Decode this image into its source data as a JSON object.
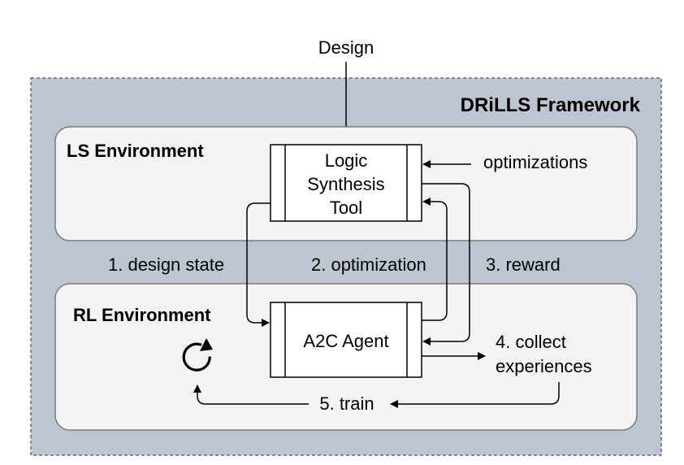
{
  "input": {
    "design": "Design"
  },
  "framework": {
    "title": "DRiLLS Framework"
  },
  "ls_environment": {
    "title": "LS Environment",
    "tool_lines": [
      "Logic",
      "Synthesis",
      "Tool"
    ],
    "optimizations": "optimizations"
  },
  "rl_environment": {
    "title": "RL Environment",
    "agent": "A2C Agent",
    "collect_lines": [
      "4. collect",
      "experiences"
    ],
    "train": "5. train"
  },
  "flows": {
    "design_state": "1. design state",
    "optimization": "2. optimization",
    "reward": "3. reward"
  },
  "colors": {
    "framework_fill": "#bcc6d0",
    "environment_fill": "#f3f3f3",
    "box_fill": "#ffffff",
    "stroke": "#000000"
  },
  "icons": {
    "loop": "refresh-icon"
  }
}
